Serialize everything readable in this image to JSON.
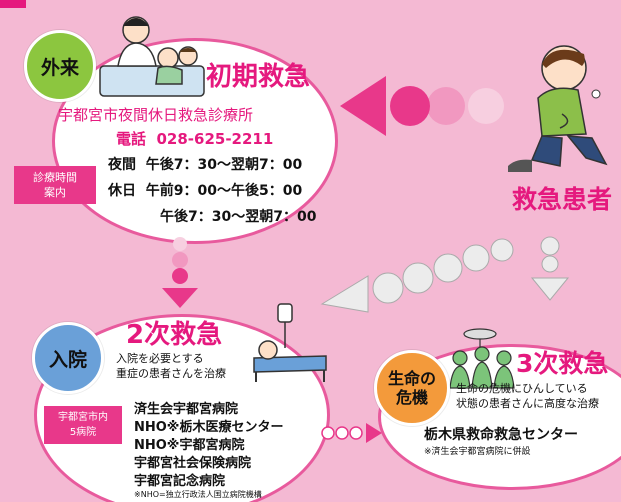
{
  "colors": {
    "background": "#f4b9d3",
    "accent": "#e5197e",
    "badge_green": "#8cc63f",
    "badge_blue": "#6aa0d8",
    "badge_orange": "#f39a3b",
    "arrow_pink": "#e8388a",
    "arrow_gray": "#b9b9b9"
  },
  "outpatient": {
    "badge": "外来",
    "level_title": "初期救急",
    "facility": "宇都宮市夜間休日救急診療所",
    "phone_label": "電話",
    "phone": "028-625-2211",
    "hours_tag_line1": "診療時間",
    "hours_tag_line2": "案内",
    "hours": [
      {
        "day": "夜間",
        "time": "午後7：30〜翌朝7：00"
      },
      {
        "day": "休日",
        "time": "午前9：00〜午後5：00"
      },
      {
        "day": "",
        "time": "午後7：30〜翌朝7：00"
      }
    ]
  },
  "patient": {
    "label": "救急患者"
  },
  "inpatient": {
    "badge": "入院",
    "level_title": "2次救急",
    "desc_line1": "入院を必要とする",
    "desc_line2": "重症の患者さんを治療",
    "tag_line1": "宇都宮市内",
    "tag_line2": "5病院",
    "hospitals": [
      "済生会宇都宮病院",
      "NHO※栃木医療センター",
      "NHO※宇都宮病院",
      "宇都宮社会保険病院",
      "宇都宮記念病院"
    ],
    "footnote": "※NHO=独立行政法人国立病院機構"
  },
  "critical": {
    "badge_line1": "生命の",
    "badge_line2": "危機",
    "level_title": "3次救急",
    "desc_line1": "生命の危機にひんしている",
    "desc_line2": "状態の患者さんに高度な治療",
    "center": "栃木県救命救急センター",
    "center_note": "※済生会宇都宮病院に併設"
  }
}
